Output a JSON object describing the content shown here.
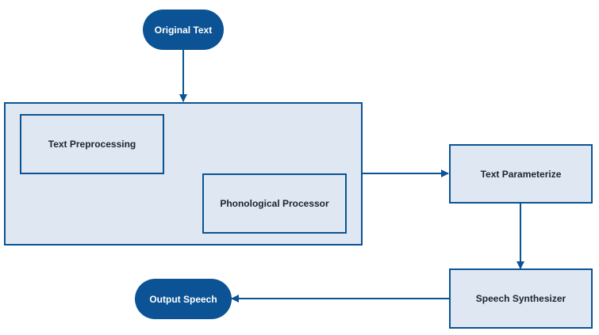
{
  "diagram": {
    "nodes": {
      "original_text": "Original Text",
      "text_preprocessing": "Text Preprocessing",
      "phonological_processor": "Phonological Processor",
      "text_parameterize": "Text Parameterize",
      "speech_synthesizer": "Speech Synthesizer",
      "output_speech": "Output Speech"
    },
    "colors": {
      "primary": "#0b5394",
      "fill": "#dfe7f2",
      "text_dark": "#1b2433",
      "text_light": "#ffffff"
    }
  }
}
